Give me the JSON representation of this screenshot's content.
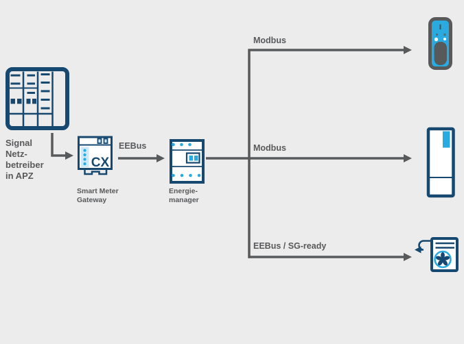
{
  "diagram": {
    "background": "#ececec",
    "colors": {
      "navy": "#164870",
      "cyan": "#29abe2",
      "gray": "#58595b",
      "light_blue": "#cde9f7"
    },
    "nodes": {
      "signal_source": {
        "icon": "meter-cabinet-icon",
        "label_lines": [
          "Signal",
          "Netz-",
          "betreiber",
          "in APZ"
        ]
      },
      "gateway": {
        "icon": "smart-meter-gateway-icon",
        "device_text": "CX",
        "label_lines": [
          "Smart Meter",
          "Gateway"
        ]
      },
      "energy_manager": {
        "icon": "energy-manager-icon",
        "label_lines": [
          "Energie-",
          "manager"
        ]
      },
      "wallbox": {
        "icon": "wallbox-icon"
      },
      "heat_pump": {
        "icon": "heat-pump-icon"
      },
      "ventilation": {
        "icon": "ventilation-fan-icon"
      }
    },
    "connections": [
      {
        "from": "signal_source",
        "to": "gateway",
        "label": ""
      },
      {
        "from": "gateway",
        "to": "energy_manager",
        "label": "EEBus"
      },
      {
        "from": "energy_manager",
        "to": "wallbox",
        "label": "Modbus"
      },
      {
        "from": "energy_manager",
        "to": "heat_pump",
        "label": "Modbus"
      },
      {
        "from": "energy_manager",
        "to": "ventilation",
        "label": "EEBus / SG-ready"
      }
    ]
  }
}
